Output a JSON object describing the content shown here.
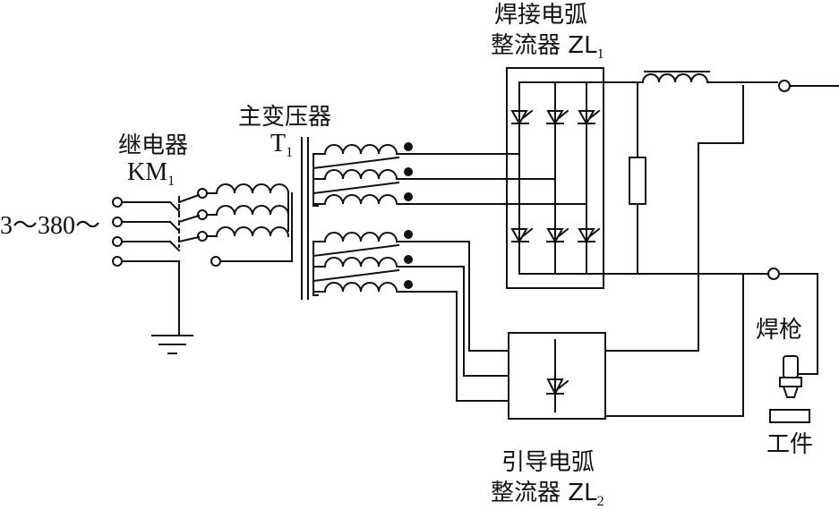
{
  "labels": {
    "supply": "3～380～",
    "relay_line1": "继电器",
    "relay_line2": "KM",
    "relay_sub": "1",
    "transformer_line1": "主变压器",
    "transformer_line2": "T",
    "transformer_sub": "1",
    "weld_rectifier_line1": "焊接电弧",
    "weld_rectifier_line2": "整流器 ZL",
    "weld_rectifier_sub": "1",
    "pilot_rectifier_line1": "引导电弧",
    "pilot_rectifier_line2": "整流器 ZL",
    "pilot_rectifier_sub": "2",
    "torch": "焊枪",
    "workpiece": "工件"
  },
  "colors": {
    "line": "#111111",
    "background": "#ffffff"
  }
}
